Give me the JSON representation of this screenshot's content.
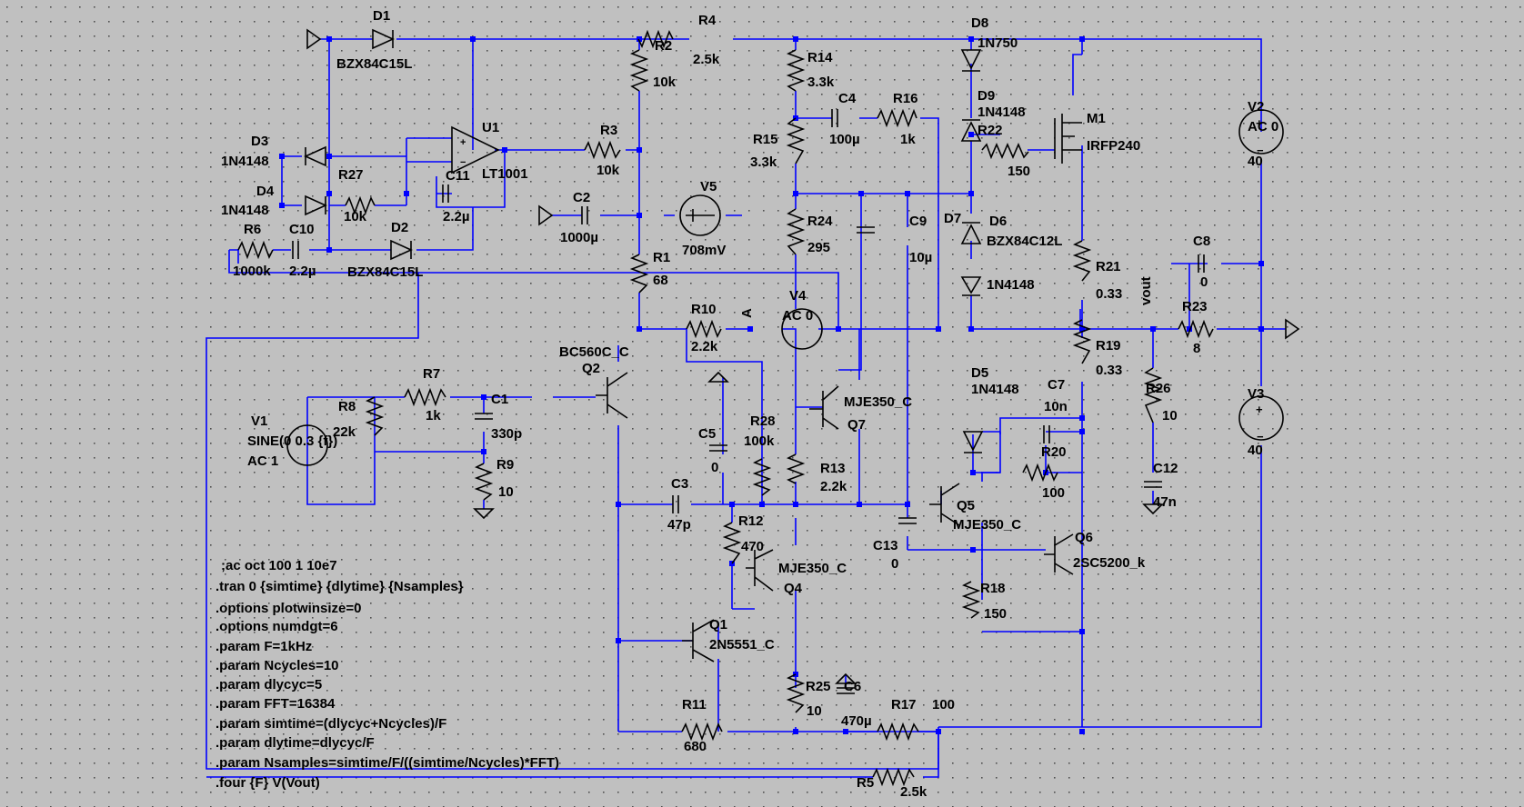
{
  "schematic": {
    "parts": [
      {
        "id": "D1",
        "value": "BZX84C15L"
      },
      {
        "id": "D2",
        "value": "BZX84C15L"
      },
      {
        "id": "D3",
        "value": "1N4148"
      },
      {
        "id": "D4",
        "value": "1N4148"
      },
      {
        "id": "U1",
        "value": "LT1001"
      },
      {
        "id": "R27",
        "value": "10k"
      },
      {
        "id": "C11",
        "value": "2.2µ"
      },
      {
        "id": "R6",
        "value": "1000k"
      },
      {
        "id": "C10",
        "value": "2.2µ"
      },
      {
        "id": "R2",
        "value": "10k"
      },
      {
        "id": "R3",
        "value": "10k"
      },
      {
        "id": "R4",
        "value": "2.5k"
      },
      {
        "id": "C2",
        "value": "1000µ"
      },
      {
        "id": "V5",
        "value": "708mV"
      },
      {
        "id": "R1",
        "value": "68"
      },
      {
        "id": "R14",
        "value": "3.3k"
      },
      {
        "id": "C4",
        "value": "100µ"
      },
      {
        "id": "R16",
        "value": "1k"
      },
      {
        "id": "R15",
        "value": "3.3k"
      },
      {
        "id": "R24",
        "value": "295"
      },
      {
        "id": "C9",
        "value": "10µ"
      },
      {
        "id": "D8",
        "value": "1N750"
      },
      {
        "id": "D9",
        "value": "1N4148"
      },
      {
        "id": "R22",
        "value": "150"
      },
      {
        "id": "M1",
        "value": "IRFP240"
      },
      {
        "id": "D7",
        "value": ""
      },
      {
        "id": "D6",
        "value": "BZX84C12L"
      },
      {
        "id": "D6b",
        "value": "1N4148"
      },
      {
        "id": "V2",
        "value": "AC 0"
      },
      {
        "id": "V2v",
        "value": "40"
      },
      {
        "id": "C8",
        "value": "0"
      },
      {
        "id": "R21",
        "value": "0.33"
      },
      {
        "id": "R23",
        "value": "8"
      },
      {
        "id": "R10",
        "value": "2.2k"
      },
      {
        "id": "V4",
        "value": "AC 0"
      },
      {
        "id": "R19",
        "value": "0.33"
      },
      {
        "id": "Q2",
        "value": "BC560C_C"
      },
      {
        "id": "R7",
        "value": "1k"
      },
      {
        "id": "C1",
        "value": "330p"
      },
      {
        "id": "R8",
        "value": "22k"
      },
      {
        "id": "V1",
        "value": "SINE(0 0.3 {f})"
      },
      {
        "id": "V1ac",
        "value": "AC 1"
      },
      {
        "id": "R9",
        "value": "10"
      },
      {
        "id": "R28",
        "value": "100k"
      },
      {
        "id": "Q7",
        "value": "MJE350_C"
      },
      {
        "id": "C5",
        "value": "0"
      },
      {
        "id": "D5",
        "value": "1N4148"
      },
      {
        "id": "C7",
        "value": "10n"
      },
      {
        "id": "R20",
        "value": "100"
      },
      {
        "id": "R26",
        "value": "10"
      },
      {
        "id": "C12",
        "value": "47n"
      },
      {
        "id": "V3",
        "value": "40"
      },
      {
        "id": "R13",
        "value": "2.2k"
      },
      {
        "id": "C3",
        "value": "47p"
      },
      {
        "id": "R12",
        "value": "470"
      },
      {
        "id": "Q5",
        "value": "MJE350_C"
      },
      {
        "id": "C13",
        "value": "0"
      },
      {
        "id": "Q4",
        "value": "MJE350_C"
      },
      {
        "id": "Q6",
        "value": "2SC5200_k"
      },
      {
        "id": "R18",
        "value": "150"
      },
      {
        "id": "Q1",
        "value": "2N5551_C"
      },
      {
        "id": "R25",
        "value": "10"
      },
      {
        "id": "C6",
        "value": "470µ"
      },
      {
        "id": "R17",
        "value": "100"
      },
      {
        "id": "R11",
        "value": "680"
      },
      {
        "id": "R5",
        "value": "2.5k"
      }
    ],
    "net_labels": {
      "A": "A",
      "vout": "vout"
    },
    "directives": [
      ";ac oct 100 1 10e7",
      ".tran 0 {simtime} {dlytime} {Nsamples}",
      ".options plotwinsize=0",
      ".options numdgt=6",
      ".param F=1kHz",
      ".param Ncycles=10",
      ".param dlycyc=5",
      ".param FFT=16384",
      ".param simtime=(dlycyc+Ncycles)/F",
      ".param dlytime=dlycyc/F",
      ".param Nsamples=simtime/F/((simtime/Ncycles)*FFT)",
      ".four {F} V(Vout)"
    ]
  }
}
